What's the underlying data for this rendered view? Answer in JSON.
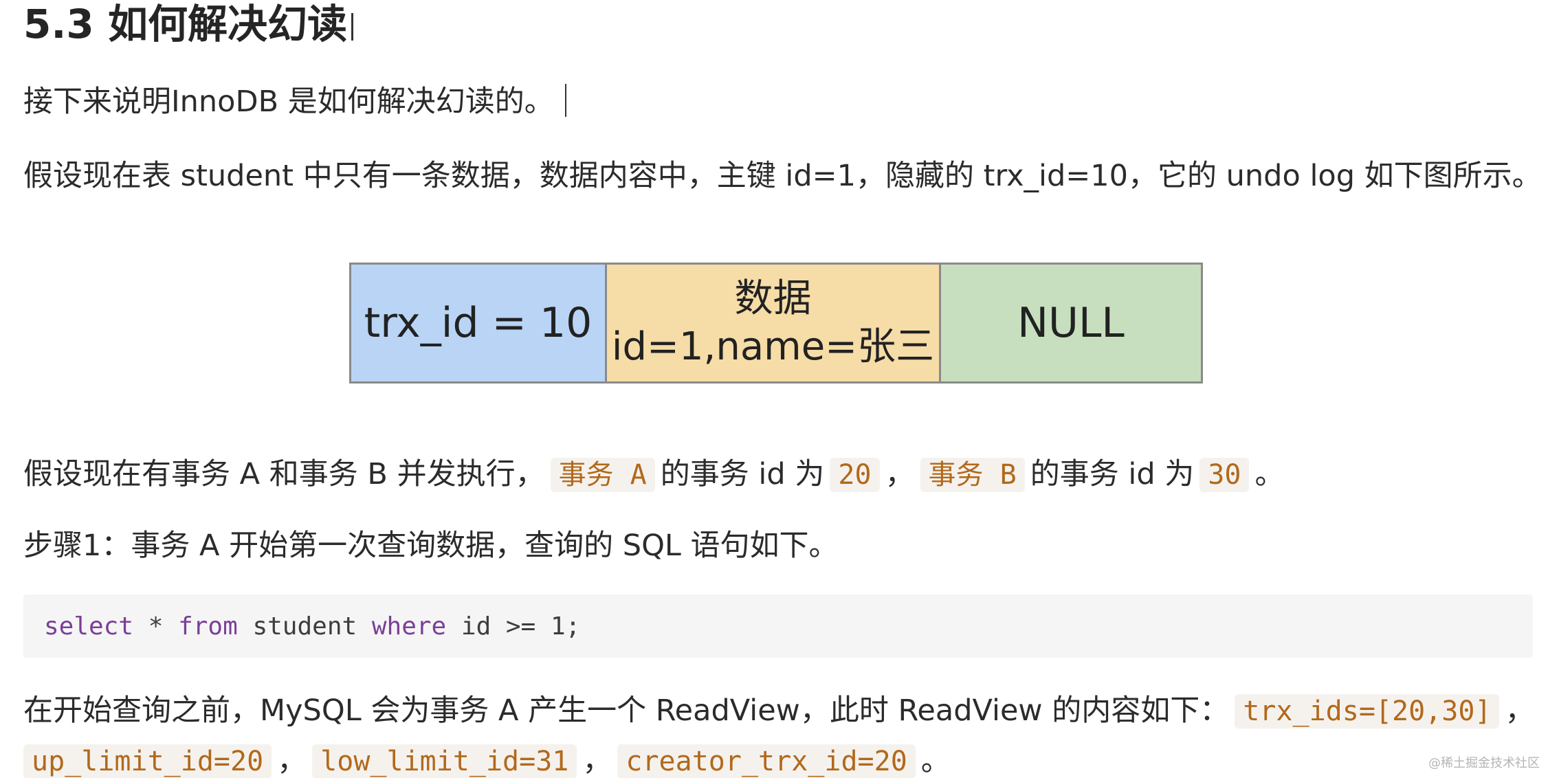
{
  "heading": "5.3 如何解决幻读",
  "intro": "接下来说明InnoDB 是如何解决幻读的。",
  "setup": "假设现在表 student 中只有一条数据，数据内容中，主键 id=1，隐藏的 trx_id=10，它的 undo log 如下图所示。",
  "diagram": {
    "trx_label": "trx_id = 10",
    "data_title": "数据",
    "data_value": "id=1,name=张三",
    "pointer": "NULL",
    "colors": {
      "trx": "#b9d4f5",
      "data": "#f6dca6",
      "pointer": "#c7dfbf"
    }
  },
  "concurrency": {
    "prefix": "假设现在有事务 A 和事务 B 并发执行，",
    "code_a": "事务 A",
    "mid_a": "的事务 id 为",
    "id_a": "20",
    "sep": "，",
    "code_b": "事务 B",
    "mid_b": "的事务 id 为",
    "id_b": "30",
    "end": "。"
  },
  "step1": "步骤1：事务 A 开始第一次查询数据，查询的 SQL 语句如下。",
  "sql": {
    "kw_select": "select",
    "star": " * ",
    "kw_from": "from",
    "table": " student ",
    "kw_where": "where",
    "cond": " id >= 1;"
  },
  "readview": {
    "prefix": "在开始查询之前，MySQL 会为事务 A 产生一个 ReadView，此时 ReadView 的内容如下：",
    "trx_ids": "trx_ids=[20,30]",
    "comma": "，",
    "up_limit": "up_limit_id=20",
    "low_limit": "low_limit_id=31",
    "creator": "creator_trx_id=20",
    "end": "。"
  },
  "watermark": "@稀土掘金技术社区"
}
